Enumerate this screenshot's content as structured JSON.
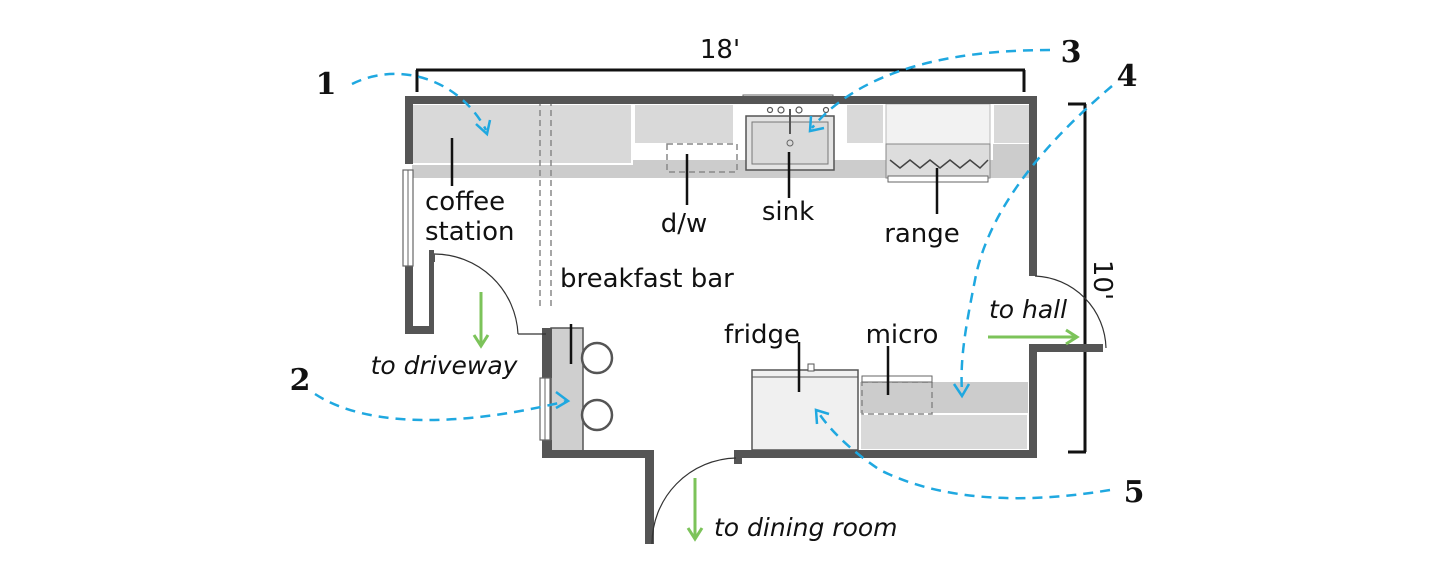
{
  "dimensions": {
    "width_label": "18'",
    "height_label": "10'"
  },
  "labels": {
    "coffee_line1": "coffee",
    "coffee_line2": "station",
    "dishwasher": "d/w",
    "sink": "sink",
    "range": "range",
    "breakfast_bar": "breakfast bar",
    "fridge": "fridge",
    "micro": "micro"
  },
  "exits": {
    "driveway": "to driveway",
    "hall": "to hall",
    "dining": "to dining room"
  },
  "viewpoints": [
    "1",
    "2",
    "3",
    "4",
    "5"
  ],
  "colors": {
    "wall": "#555555",
    "view_line": "#1fa8e0",
    "exit_arrow": "#7cc35a",
    "cabinet": "#d9d9d9"
  }
}
